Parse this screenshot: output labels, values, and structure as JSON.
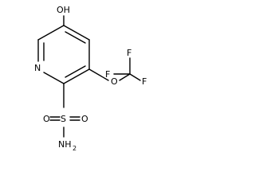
{
  "molecule": {
    "atoms": {
      "hydroxyl": "OH",
      "ring_nitrogen": "N",
      "ether_oxygen": "O",
      "fluorine_1": "F",
      "fluorine_2": "F",
      "fluorine_3": "F",
      "sulfur": "S",
      "sulfonyl_oxygen_left": "O",
      "sulfonyl_oxygen_right": "O",
      "amine_nitrogen": "NH",
      "amine_subscript": "2"
    },
    "colors": {
      "bond": "#000000",
      "label": "#000000",
      "background": "#ffffff"
    }
  }
}
